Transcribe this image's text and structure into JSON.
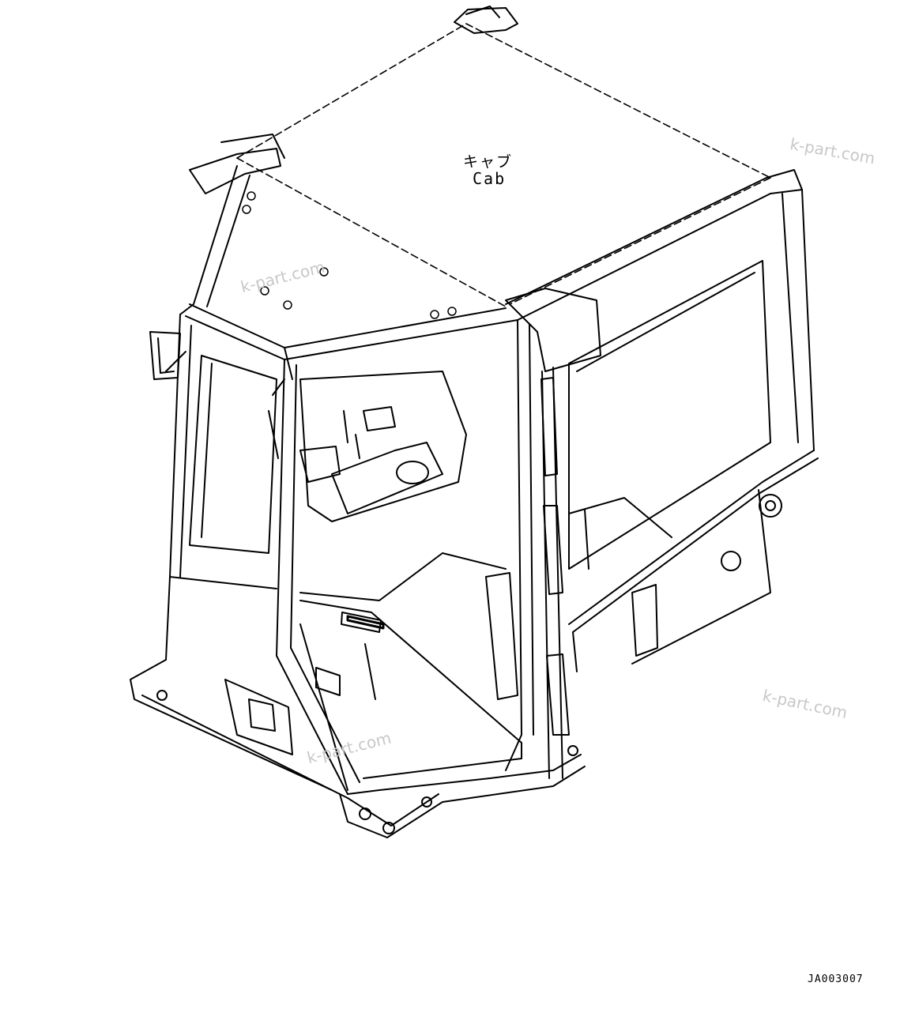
{
  "diagram": {
    "part_label_jp": "キャブ",
    "part_label_en": "Cab",
    "drawing_code": "JA003007",
    "watermarks": [
      "k-part.com",
      "k-part.com",
      "k-part.com",
      "k-part.com"
    ],
    "line_color": "#000000",
    "watermark_color": "#c8c8c8"
  }
}
